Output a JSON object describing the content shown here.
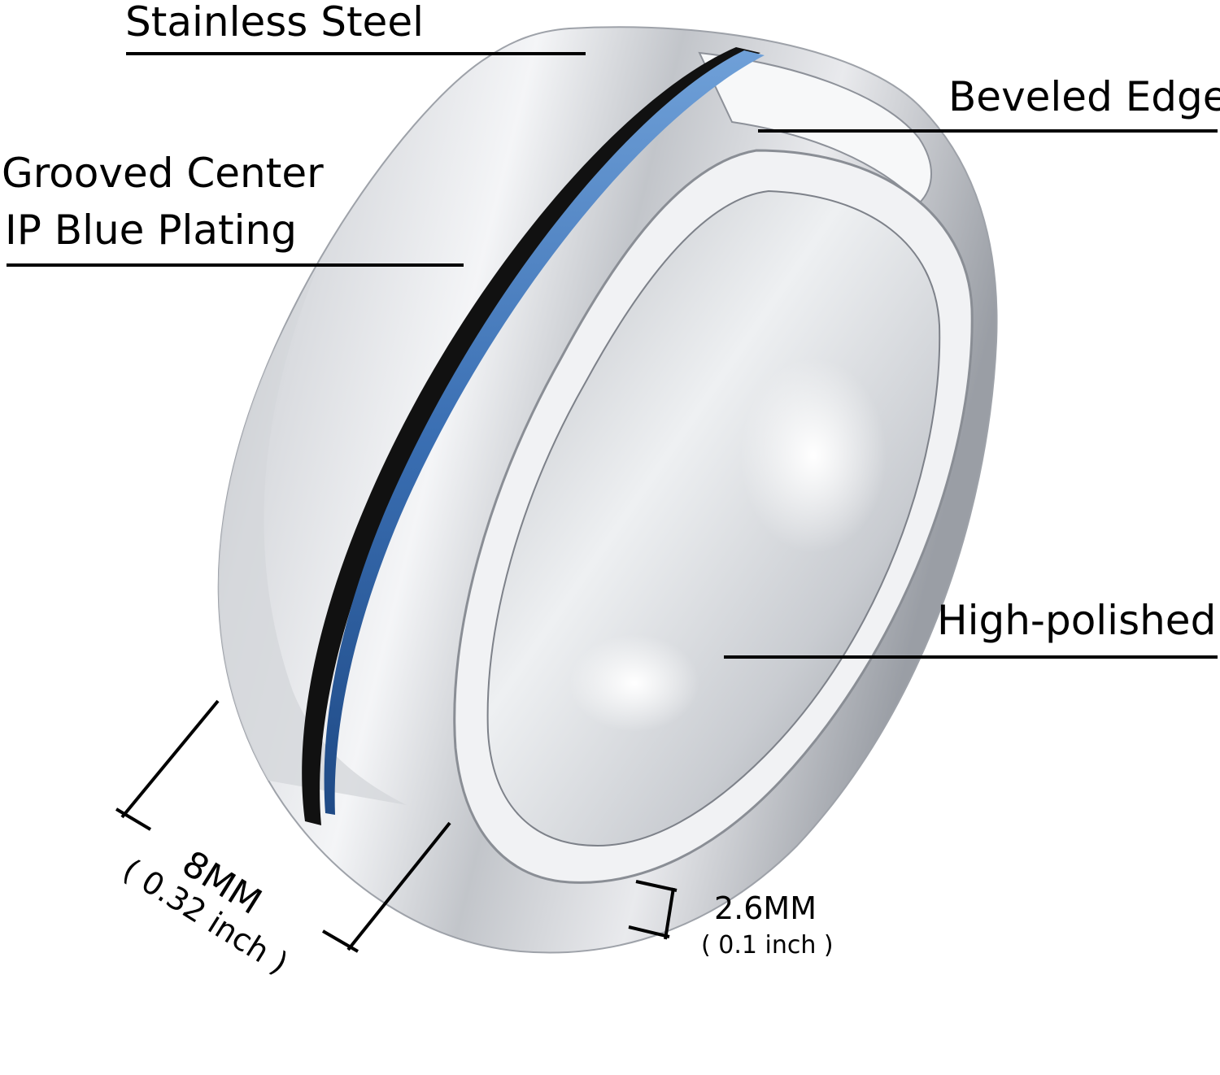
{
  "labels": {
    "stainless_steel": "Stainless Steel",
    "beveled_edge": "Beveled Edge",
    "grooved_center": "Grooved Center",
    "ip_blue_plating": "IP Blue Plating",
    "high_polished": "High-polished"
  },
  "dimensions": {
    "width_mm": "8MM",
    "width_inch": "( 0.32 inch )",
    "thickness_mm": "2.6MM",
    "thickness_inch": "( 0.1 inch )"
  },
  "colors": {
    "steel_light": "#f2f3f5",
    "steel_mid": "#c9ccd1",
    "steel_dark": "#8d9199",
    "groove_blue": "#3a6fb3",
    "groove_dark": "#111111",
    "line": "#000000"
  }
}
